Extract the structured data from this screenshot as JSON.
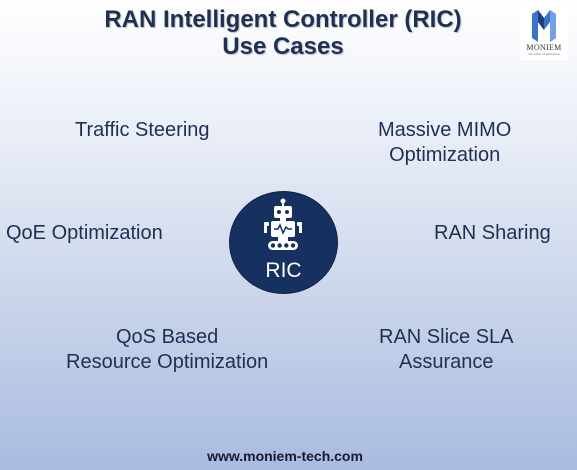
{
  "title": {
    "line1": "RAN Intelligent Controller (RIC)",
    "line2": "Use Cases"
  },
  "logo": {
    "name": "MONIEM",
    "tagline": "the value of education"
  },
  "hub": {
    "label": "RIC",
    "icon": "robot-icon"
  },
  "use_cases": [
    {
      "lines": [
        "Traffic Steering"
      ]
    },
    {
      "lines": [
        "Massive MIMO",
        "Optimization"
      ]
    },
    {
      "lines": [
        "QoE Optimization"
      ]
    },
    {
      "lines": [
        "RAN Sharing"
      ]
    },
    {
      "lines": [
        "QoS Based",
        "Resource Optimization"
      ]
    },
    {
      "lines": [
        "RAN Slice SLA",
        "Assurance"
      ]
    }
  ],
  "footer": "www.moniem-tech.com",
  "colors": {
    "title": "#1f3057",
    "hub": "#16305f",
    "text": "#1e2f55",
    "logo_accent": "#3a73c8"
  }
}
